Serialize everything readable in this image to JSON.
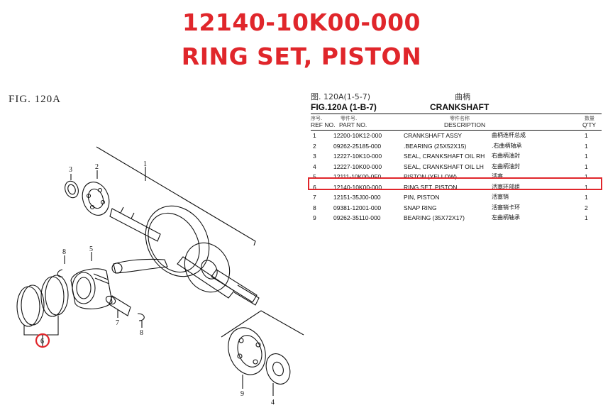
{
  "header": {
    "part_number": "12140-10K00-000",
    "part_name": "RING SET, PISTON"
  },
  "figure": {
    "label": "FIG. 120A",
    "callouts": {
      "c1": "1",
      "c2": "2",
      "c3": "3",
      "c4": "4",
      "c5": "5",
      "c6": "6",
      "c7": "7",
      "c8a": "8",
      "c8b": "8",
      "c9": "9"
    }
  },
  "parts_list": {
    "cn_fig": "图. 120A(1-5-7)",
    "cn_title": "曲柄",
    "fig_code": "FIG.120A (1-B-7)",
    "title": "CRANKSHAFT",
    "columns": {
      "ref_cn": "序号.",
      "ref": "REF NO.",
      "part_cn": "零件号.",
      "part": "PART NO.",
      "desc_cn": "零件名称",
      "desc": "DESCRIPTION",
      "qty_cn": "数量",
      "qty": "Q'TY"
    },
    "rows": [
      {
        "ref": "1",
        "part_no": "12200-10K12-000",
        "desc": "CRANKSHAFT ASSY",
        "cn": "曲柄连杆总成",
        "qty": "1"
      },
      {
        "ref": "2",
        "part_no": "09262-25185-000",
        "desc": ".BEARING (25X52X15)",
        "cn": ".右曲柄轴承",
        "qty": "1"
      },
      {
        "ref": "3",
        "part_no": "12227-10K10-000",
        "desc": "SEAL, CRANKSHAFT OIL RH",
        "cn": "右曲柄油封",
        "qty": "1"
      },
      {
        "ref": "4",
        "part_no": "12227-10K00-000",
        "desc": "SEAL, CRANKSHAFT OIL LH",
        "cn": "左曲柄油封",
        "qty": "1"
      },
      {
        "ref": "5",
        "part_no": "12111-10K00-0F0",
        "desc": "PISTON (YELLOW)",
        "cn": "活塞",
        "qty": "1"
      },
      {
        "ref": "6",
        "part_no": "12140-10K00-000",
        "desc": "RING SET, PISTON",
        "cn": "活塞环部组",
        "qty": "1"
      },
      {
        "ref": "7",
        "part_no": "12151-35J00-000",
        "desc": "PIN, PISTON",
        "cn": "活塞销",
        "qty": "1"
      },
      {
        "ref": "8",
        "part_no": "09381-12001-000",
        "desc": "SNAP RING",
        "cn": "活塞销卡环",
        "qty": "2"
      },
      {
        "ref": "9",
        "part_no": "09262-35110-000",
        "desc": "BEARING (35X72X17)",
        "cn": "左曲柄轴承",
        "qty": "1"
      }
    ]
  },
  "colors": {
    "accent": "#e0262b"
  }
}
